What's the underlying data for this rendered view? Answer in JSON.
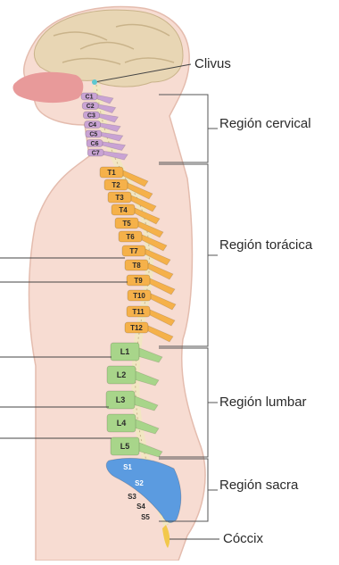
{
  "labels": {
    "clivus": "Clivus",
    "cervical": "Región cervical",
    "thoracic": "Región torácica",
    "lumbar": "Región lumbar",
    "sacral": "Región sacra",
    "coccyx": "Cóccix"
  },
  "vertebrae": {
    "cervical": [
      "C1",
      "C2",
      "C3",
      "C4",
      "C5",
      "C6",
      "C7"
    ],
    "thoracic": [
      "T1",
      "T2",
      "T3",
      "T4",
      "T5",
      "T6",
      "T7",
      "T8",
      "T9",
      "T10",
      "T11",
      "T12"
    ],
    "lumbar": [
      "L1",
      "L2",
      "L3",
      "L4",
      "L5"
    ],
    "sacral": [
      "S1",
      "S2",
      "S3",
      "S4",
      "S5"
    ]
  },
  "colors": {
    "skin": "#f7dcd2",
    "skin_edge": "#e4bcae",
    "brain": "#e8d6b4",
    "brain_fold": "#c9b38a",
    "nasal": "#e89a9a",
    "cervical": "#c9a3d4",
    "thoracic": "#f5b14a",
    "lumbar": "#a8d58a",
    "sacral": "#5b9be0",
    "coccyx": "#f2c84b",
    "cord": "#f2e6c2",
    "bracket": "#555555"
  }
}
